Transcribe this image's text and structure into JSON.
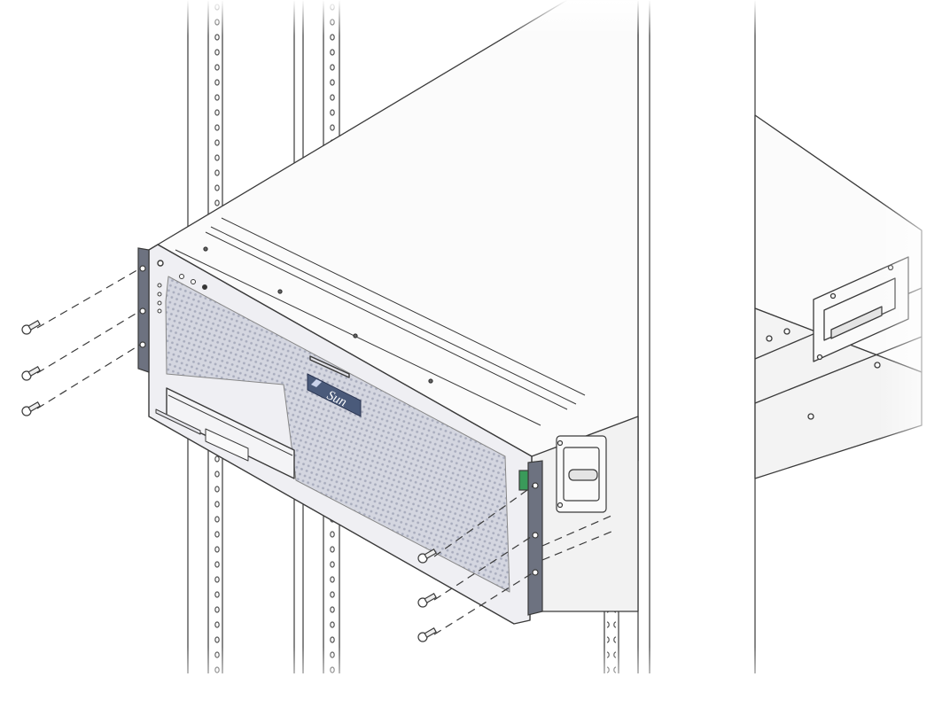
{
  "figure": {
    "logo_text": "Sun",
    "colors": {
      "line": "#3a3a3a",
      "bezel": "#efeff3",
      "mesh": "#c9ccd8",
      "chassis_top": "#fbfbfb",
      "chassis_side": "#f2f2f2",
      "logo_badge": "#4a5a7a",
      "latch_green": "#3a9a5a",
      "rail": "#ffffff"
    },
    "icons": [
      "screw-icon",
      "sun-logo",
      "rack-rail"
    ]
  }
}
